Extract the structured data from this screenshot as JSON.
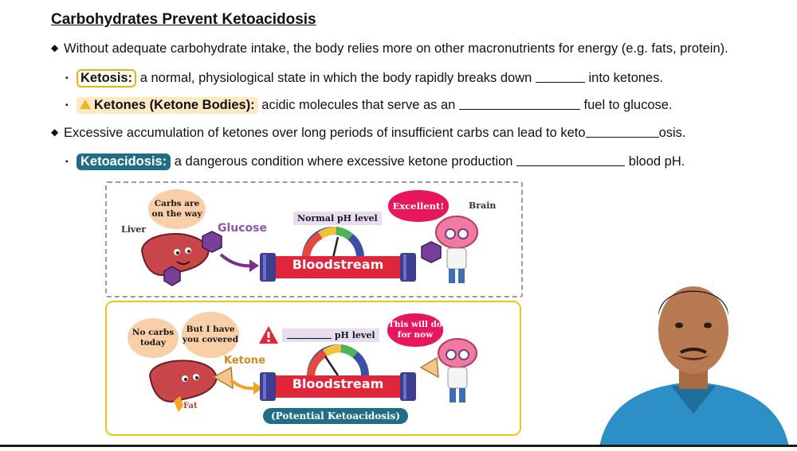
{
  "title": "Carbohydrates Prevent Ketoacidosis",
  "bullets": {
    "b1": "Without adequate carbohydrate intake, the body relies more on other macronutrients for energy (e.g. fats, protein).",
    "b1a_term": "Ketosis:",
    "b1a_text_pre": "a normal, physiological state in which the body rapidly breaks down",
    "b1a_text_post": "into ketones.",
    "b1b_term": "Ketones (Ketone Bodies):",
    "b1b_text_pre": "acidic molecules that serve as an",
    "b1b_text_post": "fuel to glucose.",
    "b2_pre": "Excessive accumulation of ketones over long periods of insufficient carbs can lead to keto",
    "b2_post": "osis.",
    "b2a_term": "Ketoacidosis:",
    "b2a_text_pre": "a dangerous condition where excessive ketone production",
    "b2a_text_post": "blood pH."
  },
  "panel1": {
    "bubble_carbs": "Carbs are on the way",
    "liver_label": "Liver",
    "glucose_label": "Glucose",
    "ph_label": "Normal pH level",
    "bloodstream": "Bloodstream",
    "excellent": "Excellent!",
    "brain_label": "Brain"
  },
  "panel2": {
    "bubble_no_carbs": "No carbs today",
    "bubble_covered": "But I have you covered",
    "ketone_label": "Ketone",
    "ph_label": "pH level",
    "bloodstream": "Bloodstream",
    "bubble_will_do": "This will do for now",
    "fat_label": "Fat",
    "potential": "(Potential Ketoacidosis)"
  },
  "colors": {
    "accent_yellow": "#f0c419",
    "teal": "#1f6e86",
    "pink": "#e8175d",
    "liver": "#c8454a",
    "tube_red": "#e0263a",
    "purple": "#6d3f8a"
  }
}
